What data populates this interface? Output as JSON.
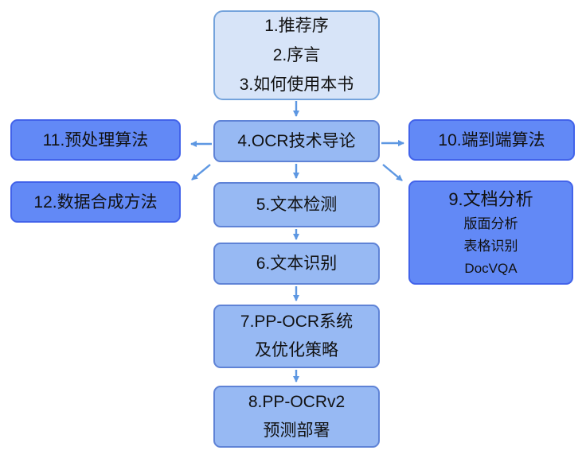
{
  "diagram": {
    "type": "flowchart",
    "description": "Book chapter structure flowchart (OCR book table of contents)",
    "colors": {
      "background": "#ffffff",
      "front_matter_fill": "#d7e4f8",
      "front_matter_border": "#74a3dc",
      "spine_fill": "#97b9f3",
      "spine_border": "#5f83d6",
      "side_fill": "#6289f6",
      "side_border": "#4263ea",
      "arrow": "#5d97e2",
      "text": "#111111"
    },
    "nodes": {
      "front_matter": {
        "lines": [
          "1.推荐序",
          "2.序言",
          "3.如何使用本书"
        ]
      },
      "ch4": {
        "label": "4.OCR技术导论"
      },
      "ch5": {
        "label": "5.文本检测"
      },
      "ch6": {
        "label": "6.文本识别"
      },
      "ch7": {
        "lines": [
          "7.PP-OCR系统",
          "及优化策略"
        ]
      },
      "ch8": {
        "lines": [
          "8.PP-OCRv2",
          "预测部署"
        ]
      },
      "ch9": {
        "title": "9.文档分析",
        "items": [
          "版面分析",
          "表格识别",
          "DocVQA"
        ]
      },
      "ch10": {
        "label": "10.端到端算法"
      },
      "ch11": {
        "label": "11.预处理算法"
      },
      "ch12": {
        "label": "12.数据合成方法"
      }
    },
    "edges": [
      {
        "from": "front_matter",
        "to": "ch4"
      },
      {
        "from": "ch4",
        "to": "ch11"
      },
      {
        "from": "ch4",
        "to": "ch10"
      },
      {
        "from": "ch4",
        "to": "ch12"
      },
      {
        "from": "ch4",
        "to": "ch9"
      },
      {
        "from": "ch4",
        "to": "ch5"
      },
      {
        "from": "ch5",
        "to": "ch6"
      },
      {
        "from": "ch6",
        "to": "ch7"
      },
      {
        "from": "ch7",
        "to": "ch8"
      }
    ]
  }
}
